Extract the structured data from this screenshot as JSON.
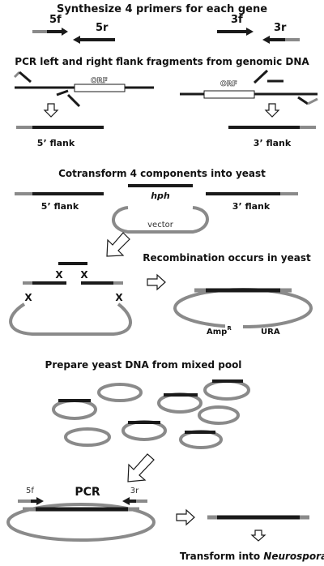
{
  "headings": {
    "synthesize": "Synthesize 4 primers for each gene",
    "pcr_flanks": "PCR left and right flank fragments from genomic DNA",
    "cotransform": "Cotransform 4 components into yeast",
    "recombination": "Recombination occurs in yeast",
    "prepare": "Prepare yeast DNA from mixed pool",
    "transform_prefix": "Transform into ",
    "transform_organism": "Neurospora"
  },
  "primers": {
    "p5f": "5f",
    "p5r": "5r",
    "p3f": "3f",
    "p3r": "3r"
  },
  "labels": {
    "orf": "ORF",
    "flank5": "5’ flank",
    "flank3": "3’ flank",
    "hph": "hph",
    "vector": "vector",
    "crossover": "X",
    "amp_base": "Amp",
    "amp_sup": "R",
    "ura": "URA",
    "pcr": "PCR",
    "pcr_5f": "5f",
    "pcr_3r": "3r"
  },
  "colors": {
    "dark": "#1a1a1a",
    "grey": "#8a8a8a",
    "mid": "#555555",
    "white": "#ffffff"
  }
}
